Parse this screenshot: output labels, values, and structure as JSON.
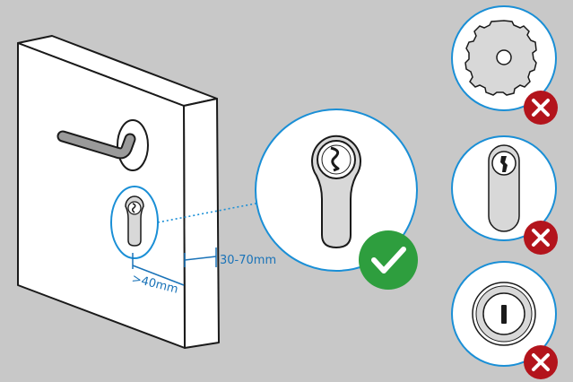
{
  "measurements": {
    "door_thickness": "30-70mm",
    "backset": ">40mm"
  },
  "colors": {
    "background": "#c8c8c8",
    "accent_blue": "#1a8fd6",
    "dimension_blue": "#1a73b8",
    "ok_green": "#2e9e3e",
    "reject_red": "#b3141c",
    "line": "#1a1a1a"
  },
  "options": [
    {
      "id": "euro-cylinder",
      "icon": "check-icon",
      "status": "compatible"
    },
    {
      "id": "round-knob-cylinder",
      "icon": "cross-icon",
      "status": "incompatible"
    },
    {
      "id": "oval-cylinder",
      "icon": "cross-icon",
      "status": "incompatible"
    },
    {
      "id": "round-slot-cylinder",
      "icon": "cross-icon",
      "status": "incompatible"
    }
  ]
}
